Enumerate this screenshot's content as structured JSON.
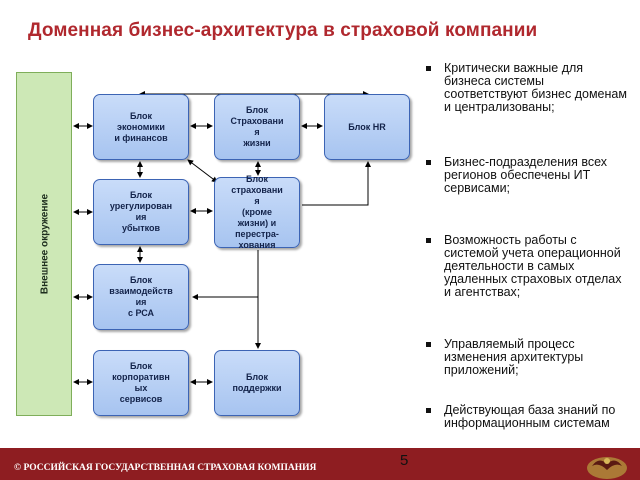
{
  "title": "Доменная бизнес-архитектура в страховой компании",
  "external_label": "Внешнее окружение",
  "blocks": {
    "economics": "Блок\nэкономики\nи финансов",
    "life": "Блок\nСтраховани\nя\nжизни",
    "hr": "Блок HR",
    "claims": "Блок\nурегулирован\nия\nубытков",
    "nonlife": "Блок\nстраховани\nя\n(кроме\nжизни) и\nперестра-\nхования",
    "rsa": "Блок\nвзаимодейств\nия\nс РСА",
    "corporate": "Блок\nкорпоративн\nых\nсервисов",
    "support": "Блок\nподдержки"
  },
  "bullets": [
    "Критически важные для бизнеса системы соответствуют бизнес доменам и централизованы;",
    "Бизнес-подразделения всех регионов обеспечены ИТ сервисами;",
    "Возможность работы с системой учета операционной деятельности в самых удаленных страховых отделах и агентствах;",
    "Управляемый процесс изменения архитектуры приложений;",
    "Действующая база знаний по информационным системам"
  ],
  "page_number": "5",
  "footer": "© РОССИЙСКАЯ ГОСУДАРСТВЕННАЯ СТРАХОВАЯ КОМПАНИЯ",
  "colors": {
    "title": "#b0282e",
    "footer_bg": "#8e1d21",
    "block_border": "#3c64b4",
    "external_bg": "#cde8b6"
  }
}
